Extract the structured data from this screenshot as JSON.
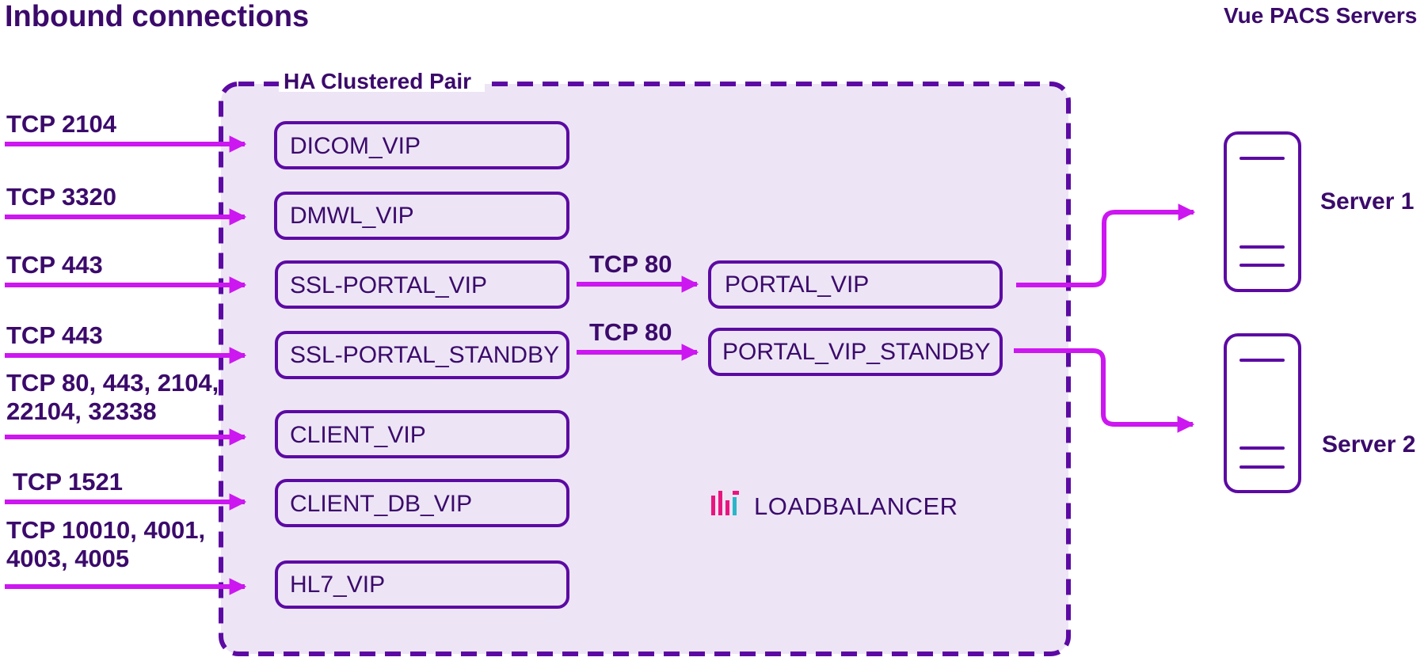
{
  "title": "Inbound connections",
  "servers_heading": "Vue PACS Servers",
  "cluster_label": "HA Clustered Pair",
  "ports": [
    "TCP 2104",
    "TCP 3320",
    "TCP 443",
    "TCP 443",
    "TCP 80, 443, 2104,\n22104, 32338",
    "TCP 1521",
    "TCP 10010, 4001,\n4003, 4005"
  ],
  "vips": [
    "DICOM_VIP",
    "DMWL_VIP",
    "SSL-PORTAL_VIP",
    "SSL-PORTAL_STANDBY",
    "CLIENT_VIP",
    "CLIENT_DB_VIP",
    "HL7_VIP"
  ],
  "internal_links": [
    "TCP 80",
    "TCP 80"
  ],
  "portal_vips": [
    "PORTAL_VIP",
    "PORTAL_VIP_STANDBY"
  ],
  "servers": [
    "Server 1",
    "Server 2"
  ],
  "logo_text": "LOADBALANCER",
  "colors": {
    "accent": "#cc17f0",
    "outline": "#5c0aa3",
    "text": "#3b0a6b",
    "cluster_fill": "#ede5f5",
    "logo_pink": "#e9157f",
    "logo_teal": "#2bb5c8"
  }
}
